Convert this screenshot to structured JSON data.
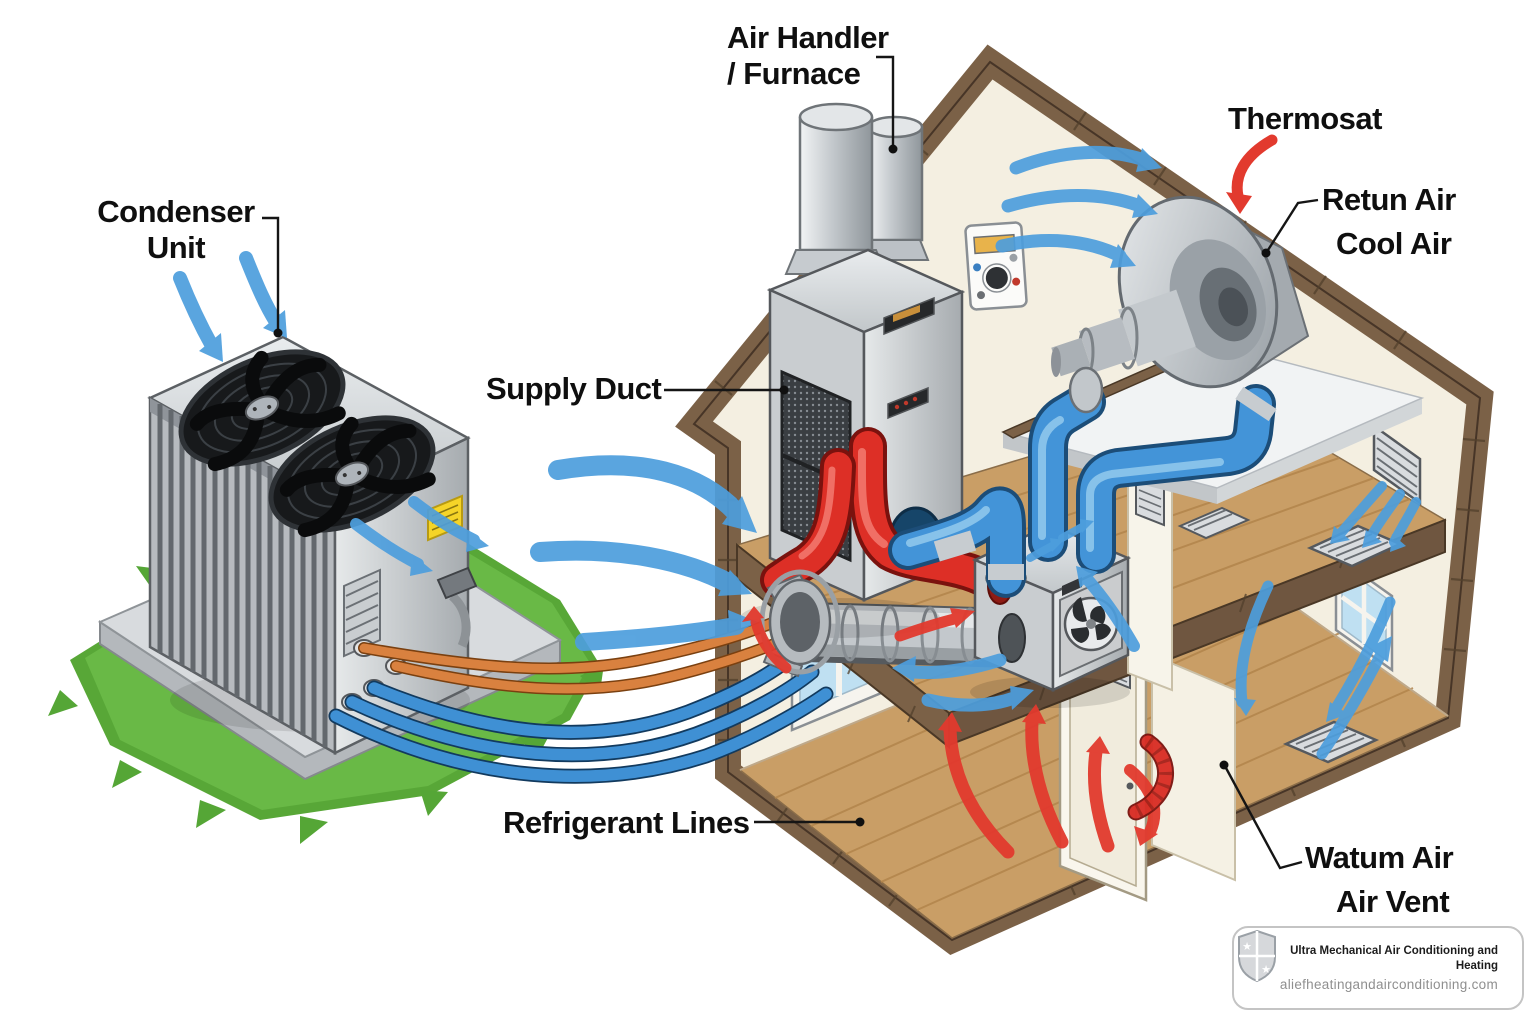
{
  "diagram": {
    "labels": {
      "condenser": "Condenser\nUnit",
      "air_handler": "Air Handler\n/ Furnace",
      "thermostat": "Thermosat",
      "return_air": "Retun Air",
      "cool_air": "Cool Air",
      "supply_duct": "Supply Duct",
      "refrigerant_lines": "Refrigerant Lines",
      "warm_air": "Watum Air",
      "air_vent": "Air Vent"
    },
    "colors": {
      "cool_air_blue": "#4d9edd",
      "warm_air_red": "#e23a2e",
      "duct_blue": "#4394d8",
      "copper_line_orange": "#d9813f",
      "timber_brown": "#7b6147",
      "wood_floor": "#c99e66",
      "wall_cream": "#f4efe1",
      "grass_green": "#5fae3c",
      "metal_gray": "#c6cacd",
      "label_text": "#111111"
    }
  },
  "badge": {
    "title": "Ultra Mechanical Air Conditioning and Heating",
    "url": "aliefheatingandairconditioning.com"
  }
}
